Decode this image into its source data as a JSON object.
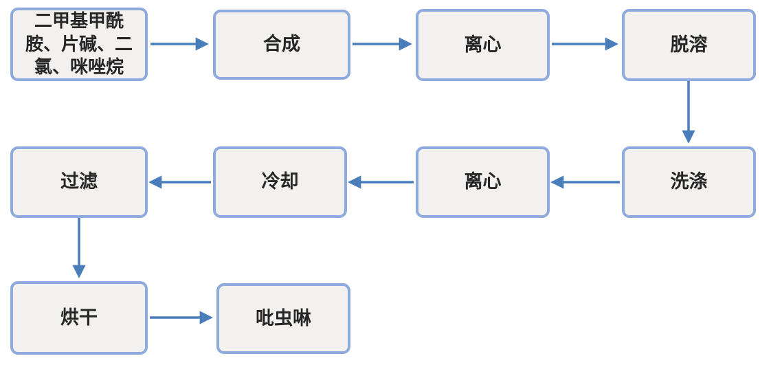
{
  "diagram": {
    "nodes": [
      {
        "id": "raw-materials",
        "lines": [
          "二甲基甲酰",
          "胺、片碱、二",
          "氯、咪唑烷"
        ]
      },
      {
        "id": "synthesis",
        "lines": [
          "合成"
        ]
      },
      {
        "id": "centrifuge-1",
        "lines": [
          "离心"
        ]
      },
      {
        "id": "desolvent",
        "lines": [
          "脱溶"
        ]
      },
      {
        "id": "washing",
        "lines": [
          "洗涤"
        ]
      },
      {
        "id": "centrifuge-2",
        "lines": [
          "离心"
        ]
      },
      {
        "id": "cooling",
        "lines": [
          "冷却"
        ]
      },
      {
        "id": "filtration",
        "lines": [
          "过滤"
        ]
      },
      {
        "id": "drying",
        "lines": [
          "烘干"
        ]
      },
      {
        "id": "imidacloprid",
        "lines": [
          "吡虫啉"
        ]
      }
    ],
    "edges": [
      {
        "from": "raw-materials",
        "to": "synthesis",
        "direction": "right"
      },
      {
        "from": "synthesis",
        "to": "centrifuge-1",
        "direction": "right"
      },
      {
        "from": "centrifuge-1",
        "to": "desolvent",
        "direction": "right"
      },
      {
        "from": "desolvent",
        "to": "washing",
        "direction": "down"
      },
      {
        "from": "washing",
        "to": "centrifuge-2",
        "direction": "left"
      },
      {
        "from": "centrifuge-2",
        "to": "cooling",
        "direction": "left"
      },
      {
        "from": "cooling",
        "to": "filtration",
        "direction": "left"
      },
      {
        "from": "filtration",
        "to": "drying",
        "direction": "down"
      },
      {
        "from": "drying",
        "to": "imidacloprid",
        "direction": "right"
      }
    ],
    "colors": {
      "box_border": "#8faadc",
      "box_fill": "#f2f1ef",
      "arrow": "#4a7ebb",
      "text": "#262626"
    }
  }
}
